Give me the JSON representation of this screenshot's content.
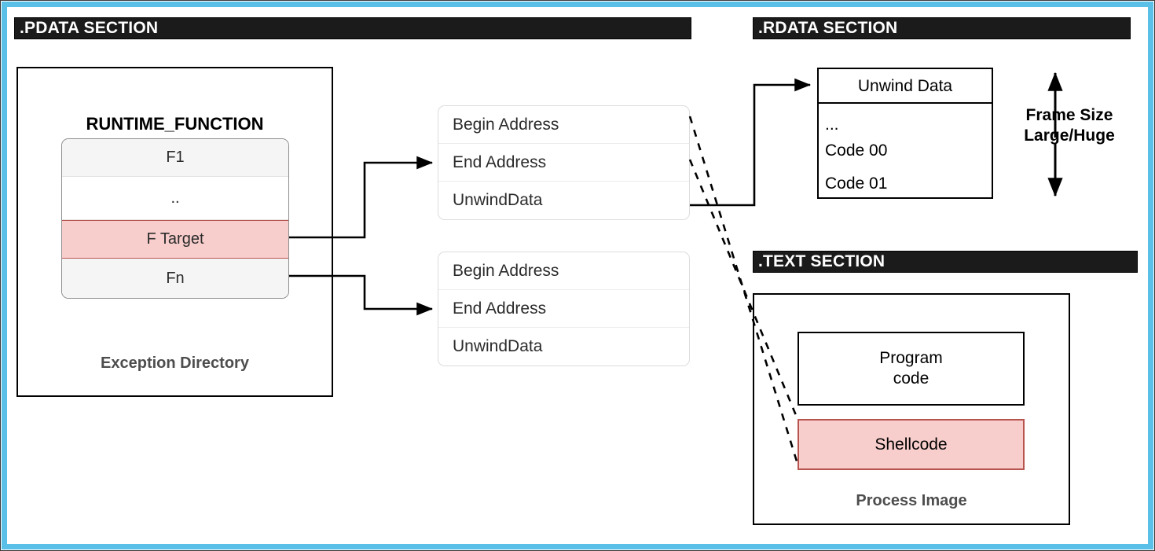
{
  "theme": {
    "frame_color": "#5BC0E8",
    "bar_bg": "#1b1b1b",
    "bar_fg": "#ffffff",
    "highlight_fill": "#F8CECC",
    "highlight_stroke": "#B85450",
    "list_fill": "#f5f5f5",
    "caption_color": "#4d4d4d",
    "line_color": "#000000"
  },
  "sections": {
    "pdata": {
      "title": ".PDATA SECTION"
    },
    "rdata": {
      "title": ".RDATA SECTION"
    },
    "text": {
      "title": ".TEXT SECTION"
    }
  },
  "exception_directory": {
    "caption": "Exception Directory",
    "struct_title": "RUNTIME_FUNCTION",
    "entries": [
      {
        "label": "F1",
        "style": "shaded"
      },
      {
        "label": "..",
        "style": "plain"
      },
      {
        "label": "F Target",
        "style": "highlight"
      },
      {
        "label": "Fn",
        "style": "shaded"
      }
    ]
  },
  "runtime_function_records": [
    {
      "fields": [
        "Begin Address",
        "End Address",
        "UnwindData"
      ]
    },
    {
      "fields": [
        "Begin Address",
        "End Address",
        "UnwindData"
      ]
    }
  ],
  "unwind_data": {
    "header": "Unwind Data",
    "lines": [
      "...",
      "Code 00",
      "Code 01"
    ]
  },
  "frame_size_annotation": {
    "line1": "Frame Size",
    "line2": "Large/Huge"
  },
  "process_image": {
    "caption": "Process Image",
    "program_code": "Program\ncode",
    "program_code_line1": "Program",
    "program_code_line2": "code",
    "shellcode": "Shellcode"
  }
}
